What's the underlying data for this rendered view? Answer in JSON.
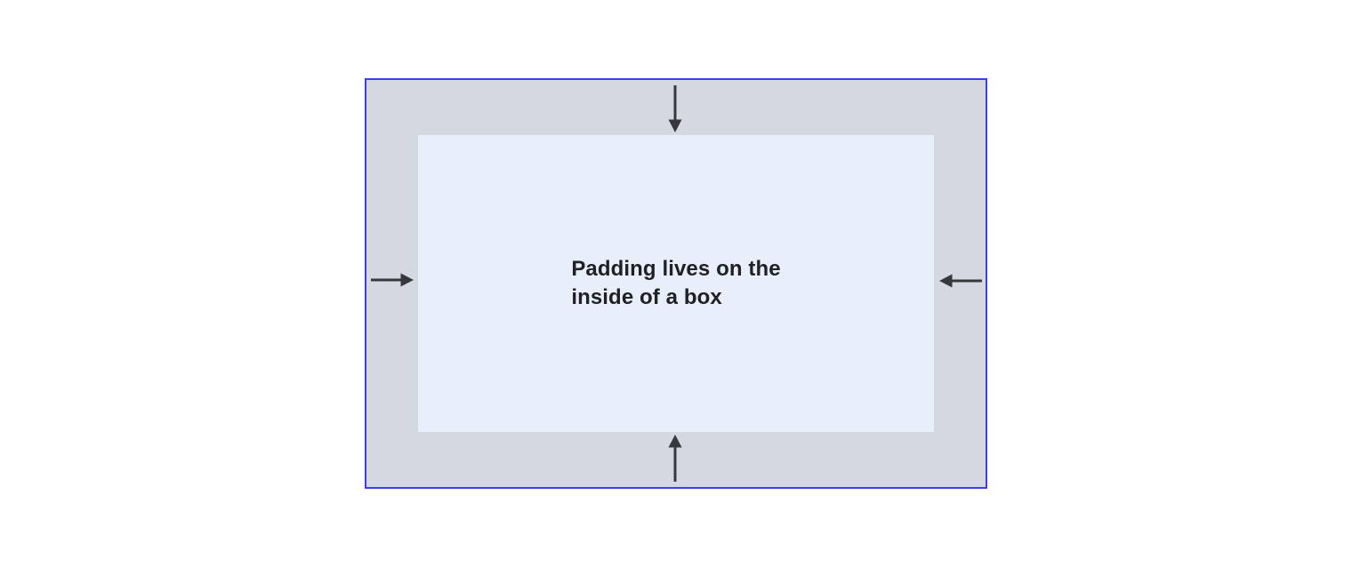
{
  "diagram": {
    "label_lines": [
      "Padding lives on the",
      "inside of a box"
    ],
    "arrows": [
      "down",
      "left",
      "up",
      "right"
    ],
    "colors": {
      "page_background": "#ffffff",
      "border": "#3a40f0",
      "padding_area": "#d3d8e1",
      "content_box": "#e9eefb",
      "arrow": "#37383c",
      "text": "#202124"
    }
  }
}
